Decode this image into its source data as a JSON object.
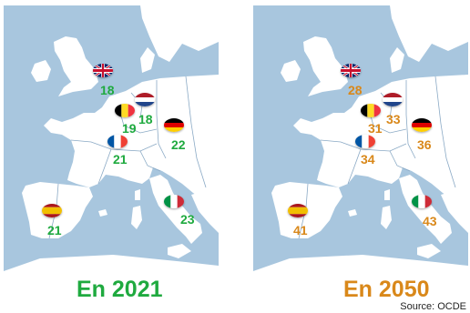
{
  "colors": {
    "sea": "#a8c6de",
    "land": "#ffffff",
    "border": "#8aa9c5",
    "value_2021": "#1faa3f",
    "value_2050": "#d9881a"
  },
  "flag_labels": {
    "uk": "United Kingdom flag",
    "be": "Belgium flag",
    "nl": "Netherlands flag",
    "de": "Germany flag",
    "fr": "France flag",
    "es": "Spain flag",
    "it": "Italy flag"
  },
  "maps": [
    {
      "label": "En 2021",
      "values": {
        "uk": "18",
        "be": "19",
        "nl": "18",
        "de": "22",
        "fr": "21",
        "es": "21",
        "it": "23"
      }
    },
    {
      "label": "En 2050",
      "values": {
        "uk": "28",
        "be": "31",
        "nl": "33",
        "de": "36",
        "fr": "34",
        "es": "41",
        "it": "43"
      }
    }
  ],
  "source": "Source: OCDE"
}
